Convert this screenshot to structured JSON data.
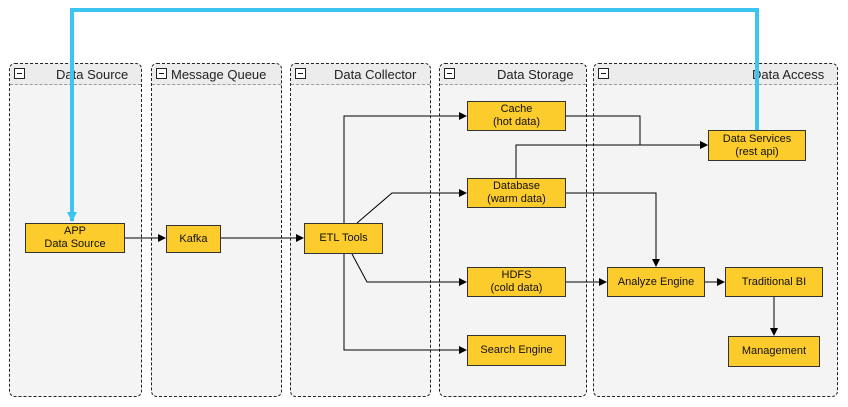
{
  "swimlanes": [
    {
      "id": "lane-data-source",
      "title": "Data Source"
    },
    {
      "id": "lane-message-queue",
      "title": "Message Queue"
    },
    {
      "id": "lane-data-collector",
      "title": "Data Collector"
    },
    {
      "id": "lane-data-storage",
      "title": "Data Storage"
    },
    {
      "id": "lane-data-access",
      "title": "Data Access"
    }
  ],
  "nodes": {
    "app": {
      "line1": "APP",
      "line2": "Data Source"
    },
    "kafka": {
      "line1": "Kafka"
    },
    "etl": {
      "line1": "ETL Tools"
    },
    "cache": {
      "line1": "Cache",
      "line2": "(hot data)"
    },
    "database": {
      "line1": "Database",
      "line2": "(warm data)"
    },
    "hdfs": {
      "line1": "HDFS",
      "line2": "(cold data)"
    },
    "search": {
      "line1": "Search Engine"
    },
    "services": {
      "line1": "Data Services",
      "line2": "(rest api)"
    },
    "analyze": {
      "line1": "Analyze Engine"
    },
    "bi": {
      "line1": "Traditional BI"
    },
    "management": {
      "line1": "Management"
    }
  },
  "edges": [
    {
      "from": "app",
      "to": "kafka"
    },
    {
      "from": "kafka",
      "to": "etl"
    },
    {
      "from": "etl",
      "to": "cache"
    },
    {
      "from": "etl",
      "to": "database"
    },
    {
      "from": "etl",
      "to": "hdfs"
    },
    {
      "from": "etl",
      "to": "search"
    },
    {
      "from": "cache",
      "to": "services"
    },
    {
      "from": "database",
      "to": "services"
    },
    {
      "from": "database",
      "to": "analyze"
    },
    {
      "from": "hdfs",
      "to": "analyze"
    },
    {
      "from": "analyze",
      "to": "bi"
    },
    {
      "from": "bi",
      "to": "management"
    },
    {
      "from": "services",
      "to": "app",
      "highlighted": true
    }
  ],
  "colors": {
    "node_fill": "#fccb2c",
    "lane_fill": "#f4f4f4",
    "edge": "#000000",
    "highlight_edge": "#3ec4f0"
  }
}
